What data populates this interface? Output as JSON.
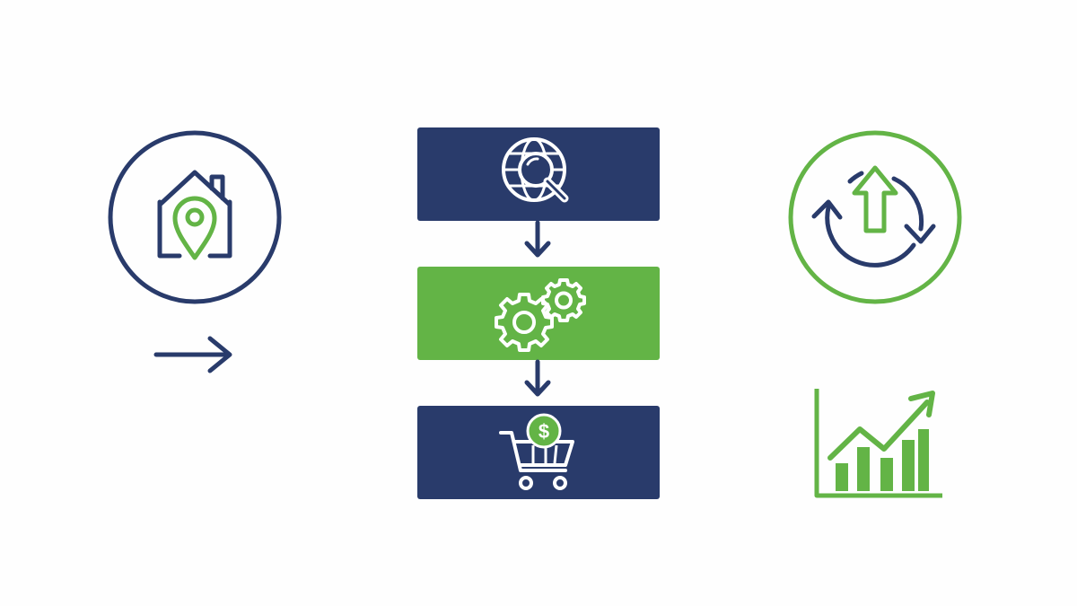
{
  "colors": {
    "navy": "#293b6b",
    "green": "#63b446",
    "white": "#ffffff",
    "background": "#fefefe"
  },
  "left_column": {
    "circle_icon": "home-location-pin-icon",
    "arrow_icon": "arrow-right-icon"
  },
  "center_column": {
    "steps": [
      {
        "icon": "global-search-icon",
        "color": "navy"
      },
      {
        "icon": "gears-icon",
        "color": "green"
      },
      {
        "icon": "shopping-cart-dollar-icon",
        "color": "navy"
      }
    ],
    "connector_icon": "arrow-down-icon"
  },
  "right_column": {
    "circle_icon": "refresh-growth-arrow-icon",
    "chart_icon": "bar-chart-trend-up-icon"
  }
}
